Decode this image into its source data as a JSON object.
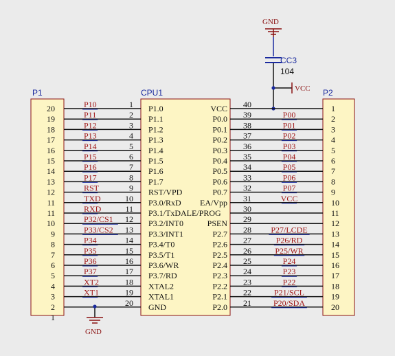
{
  "title": "",
  "components": {
    "p1": {
      "ref": "P1"
    },
    "cpu": {
      "ref": "CPU1"
    },
    "p2": {
      "ref": "P2"
    },
    "cap": {
      "ref": "CC3",
      "value": "104"
    }
  },
  "power": {
    "gnd_top": "GND",
    "gnd_bottom": "GND",
    "vcc": "VCC"
  },
  "left_pins": [
    {
      "p1_pin": "20",
      "net": "P10",
      "cpu_pin": "1",
      "cpu_label": "P1.0"
    },
    {
      "p1_pin": "19",
      "net": "P11",
      "cpu_pin": "2",
      "cpu_label": "P1.1"
    },
    {
      "p1_pin": "18",
      "net": "P12",
      "cpu_pin": "3",
      "cpu_label": "P1.2"
    },
    {
      "p1_pin": "17",
      "net": "P13",
      "cpu_pin": "4",
      "cpu_label": "P1.3"
    },
    {
      "p1_pin": "16",
      "net": "P14",
      "cpu_pin": "5",
      "cpu_label": "P1.4"
    },
    {
      "p1_pin": "15",
      "net": "P15",
      "cpu_pin": "6",
      "cpu_label": "P1.5"
    },
    {
      "p1_pin": "14",
      "net": "P16",
      "cpu_pin": "7",
      "cpu_label": "P1.6"
    },
    {
      "p1_pin": "13",
      "net": "P17",
      "cpu_pin": "8",
      "cpu_label": "P1.7"
    },
    {
      "p1_pin": "12",
      "net": "RST",
      "cpu_pin": "9",
      "cpu_label": "RST/VPD"
    },
    {
      "p1_pin": "11",
      "net": "TXD",
      "cpu_pin": "10",
      "cpu_label": "P3.0/RxD"
    },
    {
      "p1_pin": "11",
      "net": "RXD",
      "cpu_pin": "11",
      "cpu_label": "P3.1/TxDALE/PROG"
    },
    {
      "p1_pin": "10",
      "net": "P32/CS1",
      "cpu_pin": "12",
      "cpu_label": "P3.2/INT0"
    },
    {
      "p1_pin": "9",
      "net": "P33/CS2",
      "cpu_pin": "13",
      "cpu_label": "P3.3/INT1"
    },
    {
      "p1_pin": "8",
      "net": "P34",
      "cpu_pin": "14",
      "cpu_label": "P3.4/T0"
    },
    {
      "p1_pin": "7",
      "net": "P35",
      "cpu_pin": "15",
      "cpu_label": "P3.5/T1"
    },
    {
      "p1_pin": "6",
      "net": "P36",
      "cpu_pin": "16",
      "cpu_label": "P3.6/WR"
    },
    {
      "p1_pin": "5",
      "net": "P37",
      "cpu_pin": "17",
      "cpu_label": "P3.7/RD"
    },
    {
      "p1_pin": "4",
      "net": "XT2",
      "cpu_pin": "18",
      "cpu_label": "XTAL2"
    },
    {
      "p1_pin": "3",
      "net": "XT1",
      "cpu_pin": "19",
      "cpu_label": "XTAL1"
    },
    {
      "p1_pin": "2",
      "net": "",
      "cpu_pin": "20",
      "cpu_label": "GND"
    },
    {
      "p1_pin": "1",
      "net": "",
      "cpu_pin": "",
      "cpu_label": ""
    }
  ],
  "right_pins": [
    {
      "cpu_label": "VCC",
      "cpu_pin": "40",
      "net": "",
      "p2_pin": "1"
    },
    {
      "cpu_label": "P0.0",
      "cpu_pin": "39",
      "net": "P00",
      "p2_pin": "2"
    },
    {
      "cpu_label": "P0.1",
      "cpu_pin": "38",
      "net": "P01",
      "p2_pin": "3"
    },
    {
      "cpu_label": "P0.2",
      "cpu_pin": "37",
      "net": "P02",
      "p2_pin": "4"
    },
    {
      "cpu_label": "P0.3",
      "cpu_pin": "36",
      "net": "P03",
      "p2_pin": "5"
    },
    {
      "cpu_label": "P0.4",
      "cpu_pin": "35",
      "net": "P04",
      "p2_pin": "6"
    },
    {
      "cpu_label": "P0.5",
      "cpu_pin": "34",
      "net": "P05",
      "p2_pin": "7"
    },
    {
      "cpu_label": "P0.6",
      "cpu_pin": "33",
      "net": "P06",
      "p2_pin": "8"
    },
    {
      "cpu_label": "P0.7",
      "cpu_pin": "32",
      "net": "P07",
      "p2_pin": "9"
    },
    {
      "cpu_label": "EA/Vpp",
      "cpu_pin": "31",
      "net": "VCC",
      "p2_pin": "10"
    },
    {
      "cpu_label": "",
      "cpu_pin": "30",
      "net": "",
      "p2_pin": "11"
    },
    {
      "cpu_label": "PSEN",
      "cpu_pin": "29",
      "net": "",
      "p2_pin": "12"
    },
    {
      "cpu_label": "P2.7",
      "cpu_pin": "28",
      "net": "P27/LCDE",
      "p2_pin": "13"
    },
    {
      "cpu_label": "P2.6",
      "cpu_pin": "27",
      "net": "P26/RD",
      "p2_pin": "14"
    },
    {
      "cpu_label": "P2.5",
      "cpu_pin": "26",
      "net": "P25/WR",
      "p2_pin": "15"
    },
    {
      "cpu_label": "P2.4",
      "cpu_pin": "25",
      "net": "P24",
      "p2_pin": "16"
    },
    {
      "cpu_label": "P2.3",
      "cpu_pin": "24",
      "net": "P23",
      "p2_pin": "17"
    },
    {
      "cpu_label": "P2.2",
      "cpu_pin": "23",
      "net": "P22",
      "p2_pin": "18"
    },
    {
      "cpu_label": "P2.1",
      "cpu_pin": "22",
      "net": "P21/SCL",
      "p2_pin": "19"
    },
    {
      "cpu_label": "P2.0",
      "cpu_pin": "21",
      "net": "P20/SDA",
      "p2_pin": "20"
    }
  ],
  "colors": {
    "background": "#ebebeb",
    "component_fill": "#fdf5c4",
    "component_border": "#8a1010",
    "wire": "#111111",
    "net_underline": "#1a2a9e",
    "power_symbol": "#8a1010",
    "capacitor": "#1a2a9e",
    "junction": "#1a2a9e"
  }
}
